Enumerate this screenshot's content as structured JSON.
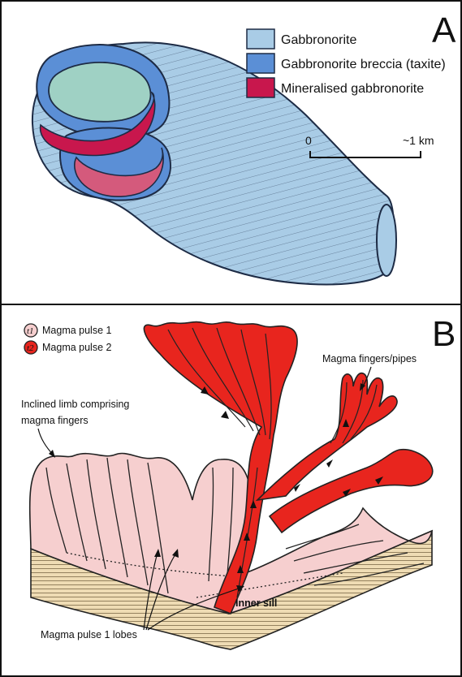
{
  "panel_a": {
    "label": "A",
    "legend": [
      {
        "text": "Gabbronorite",
        "color": "#a9cce6"
      },
      {
        "text": "Gabbronorite breccia (taxite)",
        "color": "#5b8fd6"
      },
      {
        "text": "Mineralised gabbronorite",
        "color": "#c8174d"
      }
    ],
    "scale": {
      "start": "0",
      "end": "~1 km"
    }
  },
  "panel_b": {
    "label": "B",
    "legend": [
      {
        "symbol": "t1",
        "text": "Magma pulse 1",
        "color": "#f6cfcf"
      },
      {
        "symbol": "t2",
        "text": "Magma pulse 2",
        "color": "#e8251e"
      }
    ],
    "annotations": {
      "fingers_pipes": "Magma fingers/pipes",
      "inclined_limb_line1": "Inclined limb comprising",
      "inclined_limb_line2": "magma fingers",
      "inner_sill": "Inner sill",
      "pulse1_lobes": "Magma pulse 1 lobes"
    }
  }
}
